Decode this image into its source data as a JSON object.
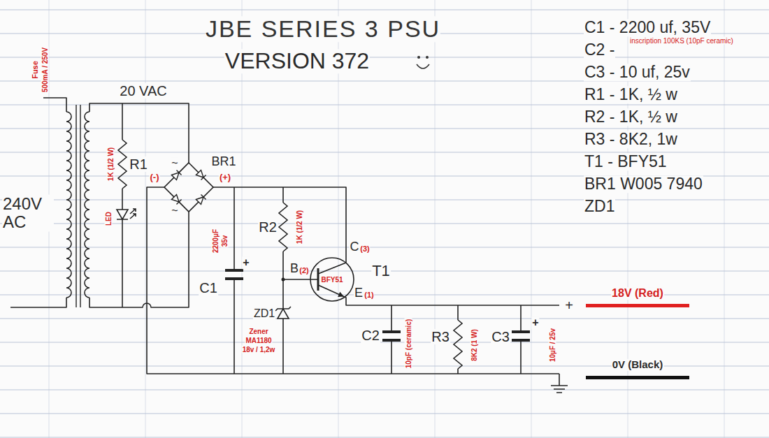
{
  "diagram": {
    "title": "JBE SERIES 3 PSU",
    "nodes": [
      {
        "text": [
          "BFY51"
        ]
      }
    ],
    "labels": [
      "VERSION 372",
      "Fuse",
      "500mA / 250V",
      "20 VAC",
      "240V AC",
      "1K (1/2 W)",
      "R1",
      "LED",
      "(-)",
      "~",
      "BR1",
      "(+)",
      "~",
      "2200µF",
      "35v",
      "+",
      "C1",
      "R2",
      "1K (1/2 W)",
      "C",
      "(3)",
      "B",
      "(2)",
      "T1",
      "E",
      "(1)",
      "ZD1",
      "Zener",
      "MA1180",
      "18v / 1,2w",
      "C2",
      "10pF (ceramic)",
      "R3",
      "8K2 (1 W)",
      "C3",
      "+",
      "10µF / 25v",
      "+",
      "18V (Red)",
      "0V (Black)",
      "C1 - 2200 uf, 35V",
      "C2 -",
      "inscription 100KS (10pF ceramic)",
      "C3 - 10 uf, 25v",
      "R1 - 1K, ½ w",
      "R2 - 1K, ½ w",
      "R3 - 8K2, 1w",
      "T1 - BFY51",
      "BR1 W005 7940",
      "ZD1"
    ]
  }
}
